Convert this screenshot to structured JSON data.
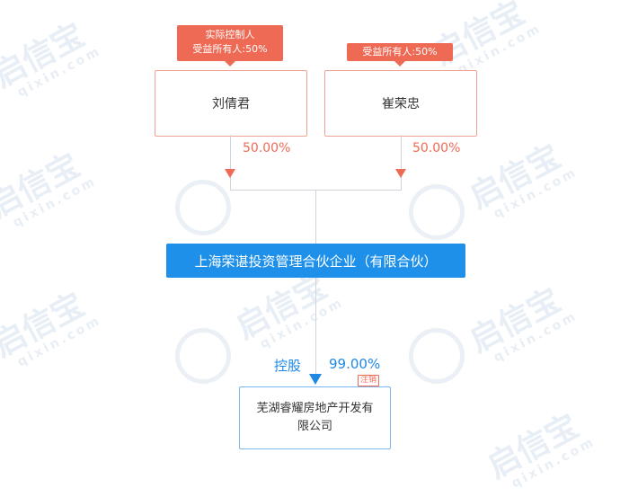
{
  "shareholders": [
    {
      "name": "刘倩君",
      "tags": [
        "实际控制人",
        "受益所有人:50%"
      ],
      "percent": "50.00%"
    },
    {
      "name": "崔荣忠",
      "tags": [
        "受益所有人:50%"
      ],
      "percent": "50.00%"
    }
  ],
  "middle_entity": {
    "name": "上海荣谌投资管理合伙企业（有限合伙）"
  },
  "control_link": {
    "label": "控股",
    "percent": "99.00%",
    "status_badge": "注销"
  },
  "target_company": {
    "name_line1": "芜湖睿耀房地产开发有",
    "name_line2": "限公司"
  },
  "watermark": {
    "brand": "启信宝",
    "domain": "qixin.com"
  },
  "colors": {
    "accent_red": "#ee6a55",
    "accent_blue": "#1e88e5",
    "line_gray": "#cfd4da"
  }
}
